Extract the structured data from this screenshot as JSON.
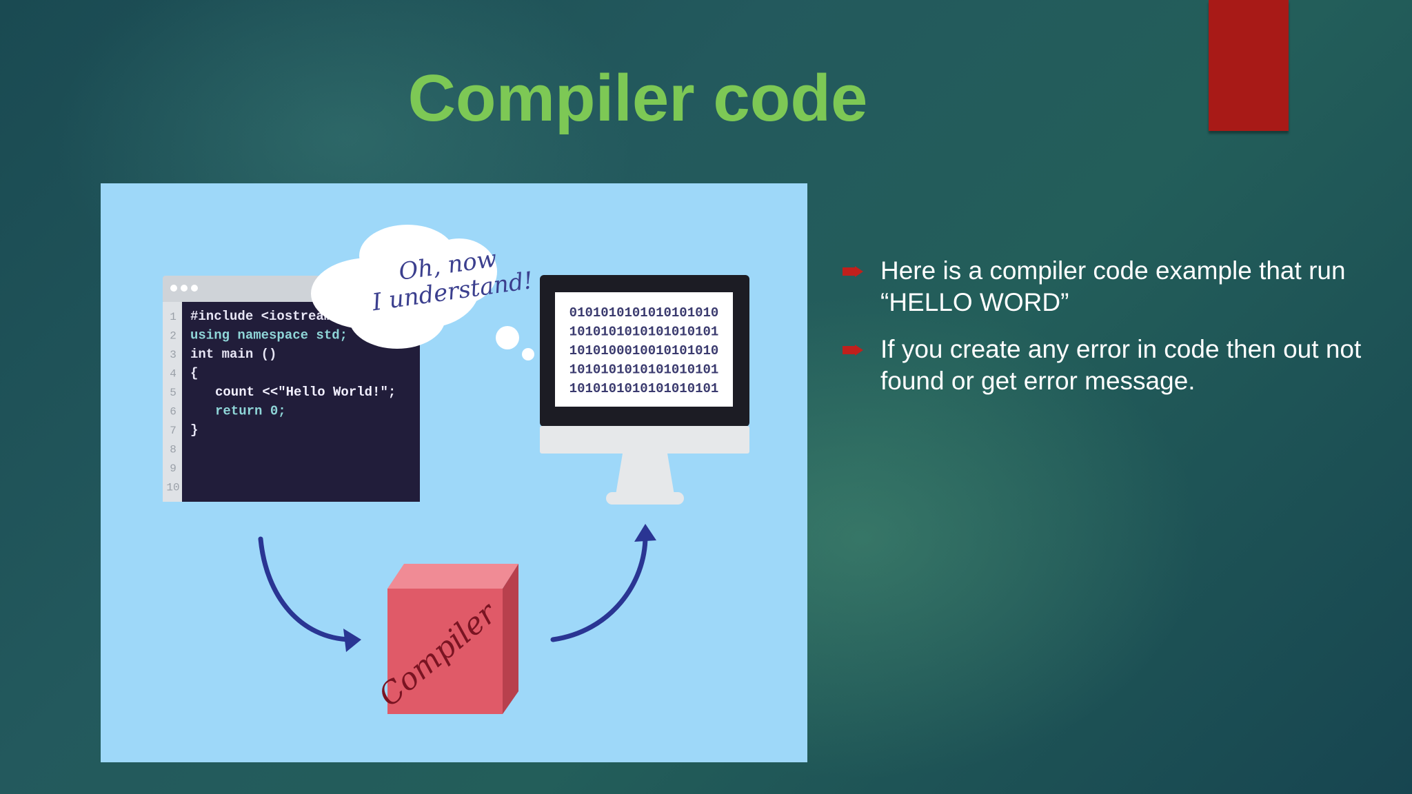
{
  "slide": {
    "title": "Compiler code",
    "bullets": [
      "Here is a compiler code example that run “HELLO WORD”",
      "If you create any error in code then out not found or get error message."
    ]
  },
  "illustration": {
    "thought_bubble": [
      "Oh, now",
      "I understand!"
    ],
    "code_lines": [
      {
        "num": "1",
        "text": "#include <iostream>"
      },
      {
        "num": "2",
        "text": "using namespace std;"
      },
      {
        "num": "3",
        "text": "int main ()"
      },
      {
        "num": "4",
        "text": "{"
      },
      {
        "num": "5",
        "text": "count <<\"Hello World!\";"
      },
      {
        "num": "6",
        "text": "return 0;"
      },
      {
        "num": "7",
        "text": "}"
      },
      {
        "num": "8",
        "text": ""
      },
      {
        "num": "9",
        "text": ""
      },
      {
        "num": "10",
        "text": ""
      }
    ],
    "binary_lines": [
      "010101010101010101​0",
      "101010101010101010​1",
      "101010001001010101​0",
      "101010101010101010​1",
      "101010101010101010​1"
    ],
    "compiler_label": "Compiler"
  },
  "colors": {
    "title": "#7dc855",
    "accent_red": "#a81a17",
    "illustration_bg": "#9ed8f9",
    "arrow": "#2a3593"
  }
}
